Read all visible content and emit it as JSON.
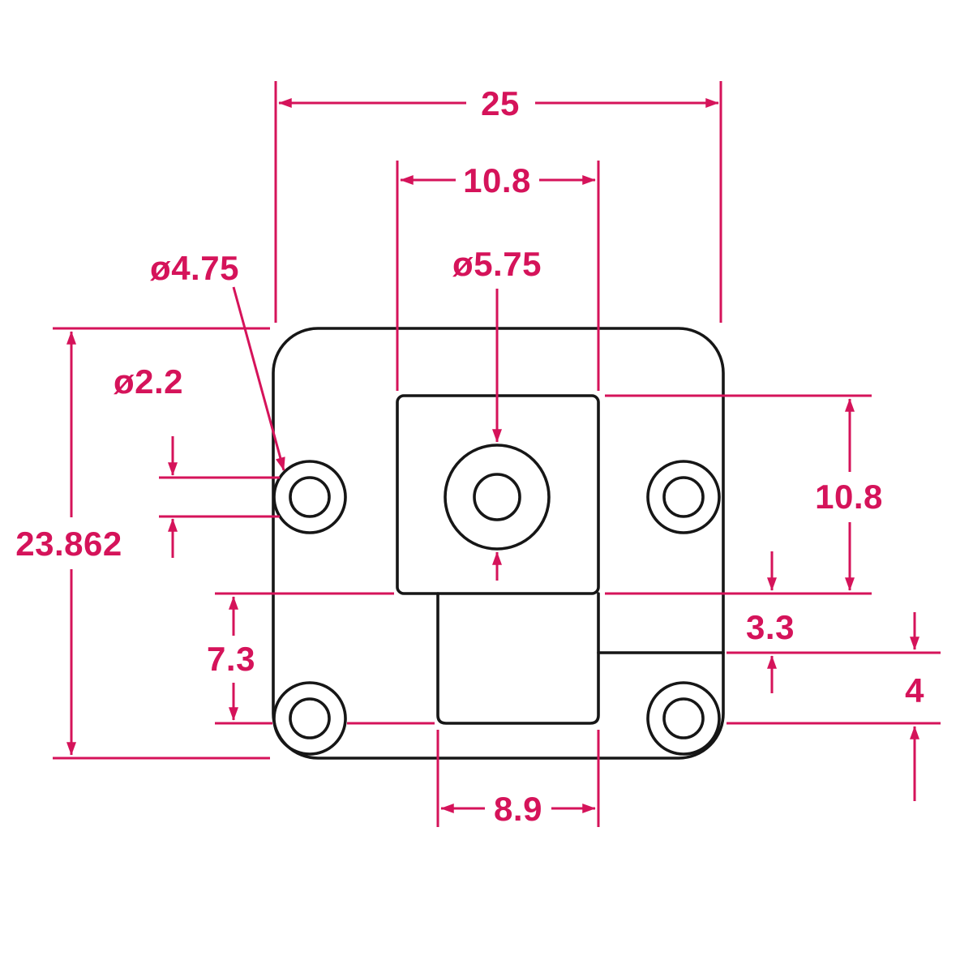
{
  "drawing": {
    "type": "technical-dimension-drawing",
    "description": "Mounting plate front view with counterbored corner holes, center lens hole, sensor block and connector tab",
    "colors": {
      "dimension": "#d5135a",
      "outline": "#161616",
      "background": "#ffffff"
    },
    "labels": {
      "overall_width": "25",
      "block_width": "10.8",
      "counterbore_diameter": "ø4.75",
      "center_hole_diameter": "ø5.75",
      "through_hole_diameter": "ø2.2",
      "overall_height": "23.862",
      "block_height": "10.8",
      "step_height": "3.3",
      "tab_clearance": "4",
      "tab_depth": "7.3",
      "tab_width": "8.9"
    }
  }
}
